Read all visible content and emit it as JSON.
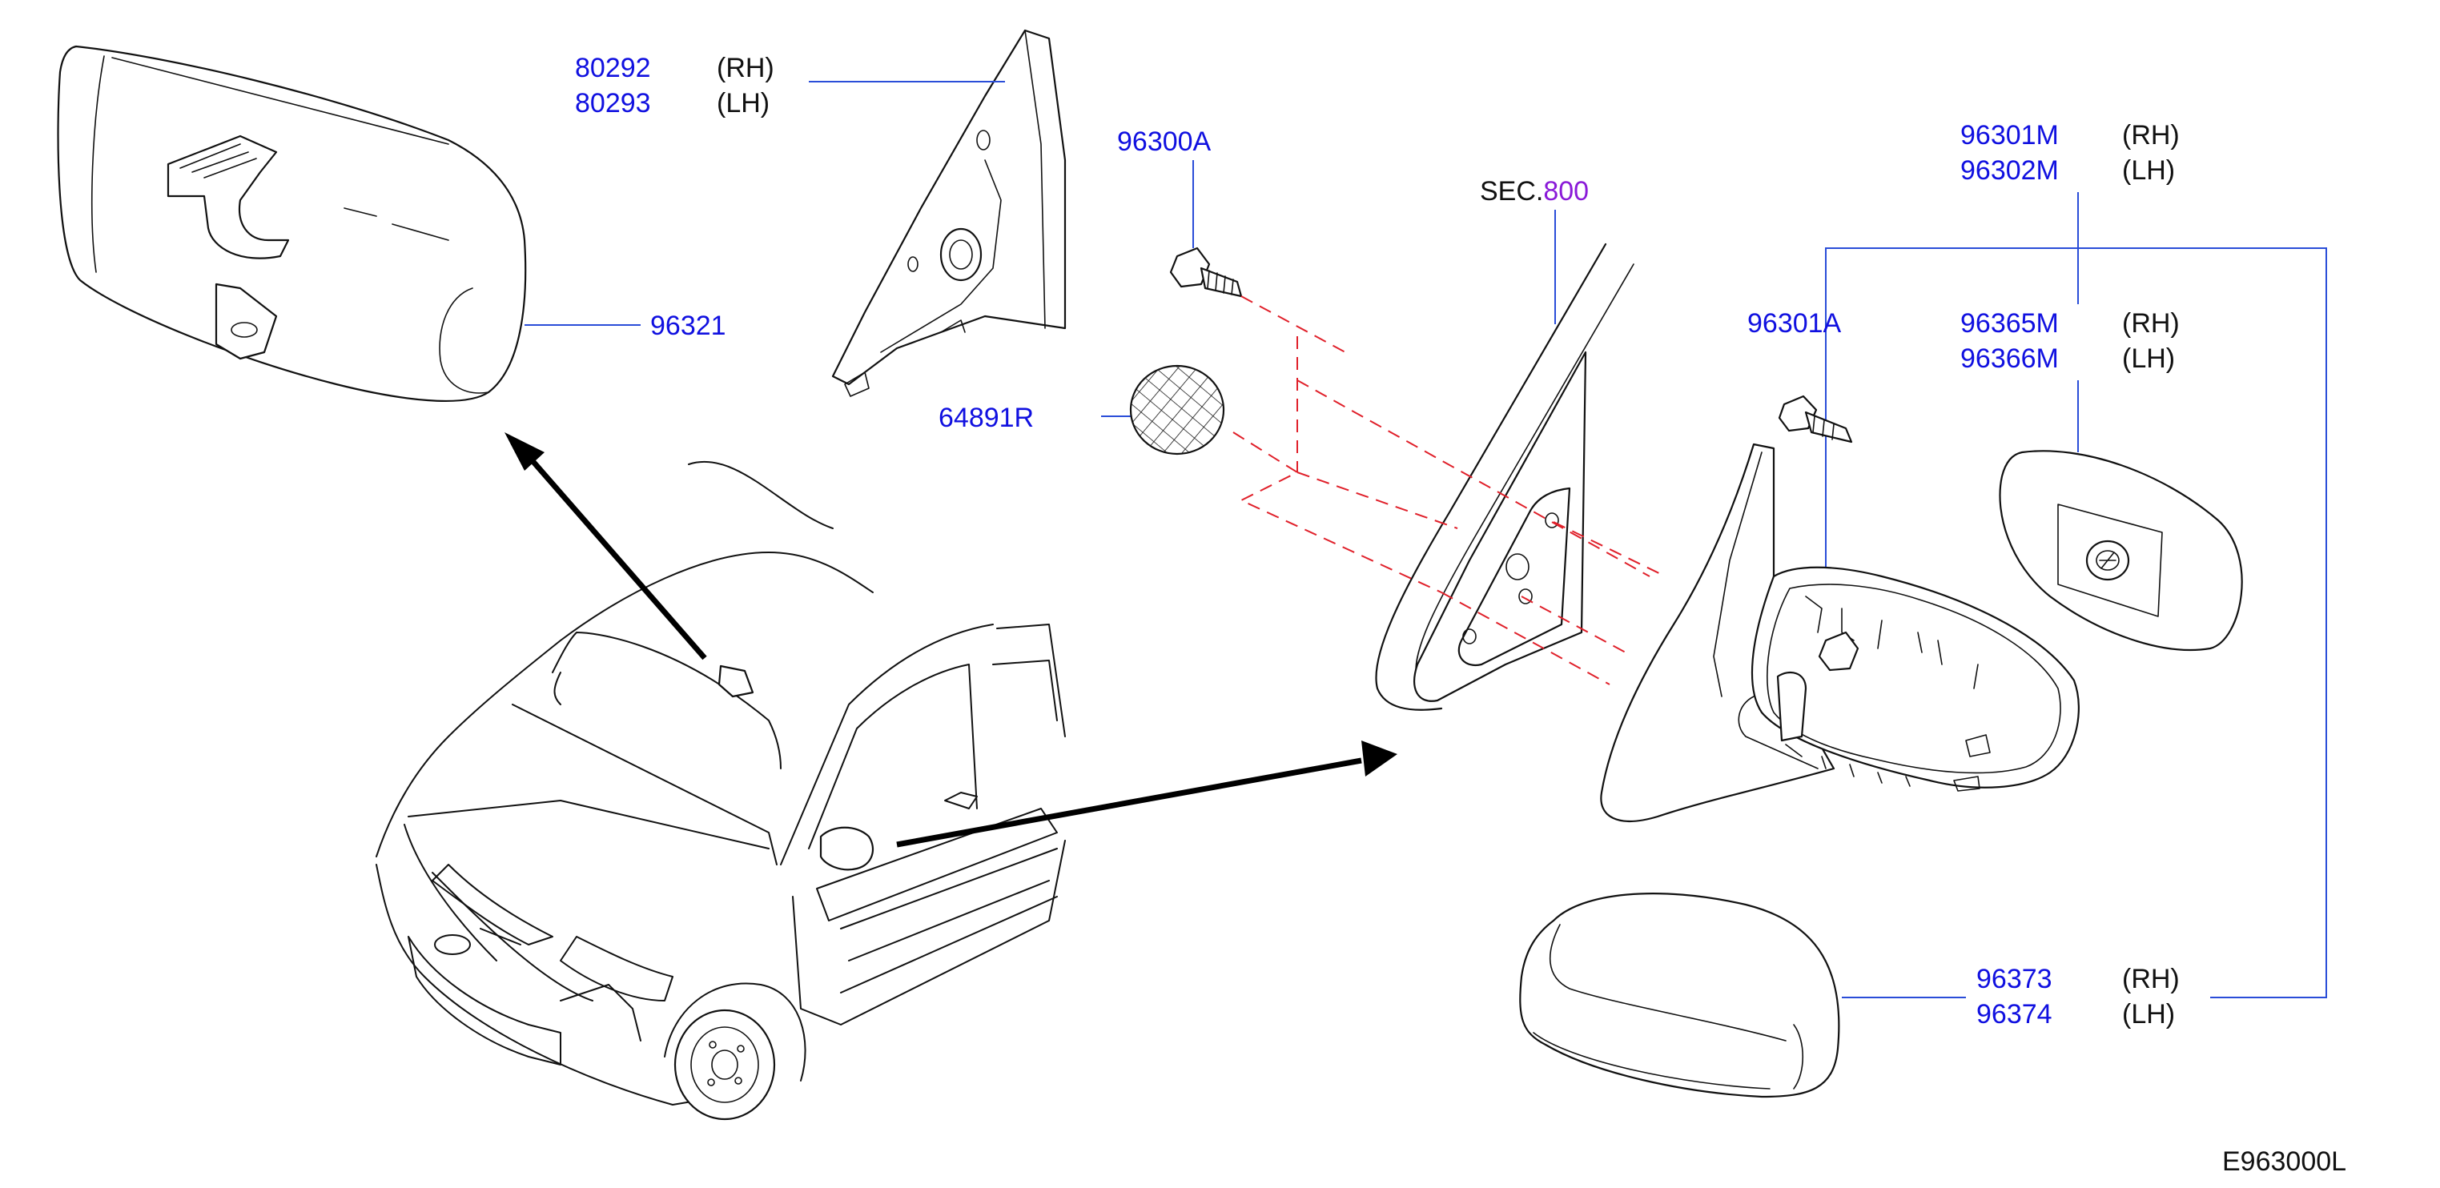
{
  "diagram_code": "E963000L",
  "section_ref": {
    "prefix": "SEC.",
    "number": "800"
  },
  "callouts": {
    "inner_mirror": {
      "part": "96321"
    },
    "corner_finisher_rh": {
      "part": "80292",
      "side": "(RH)"
    },
    "corner_finisher_lh": {
      "part": "80293",
      "side": "(LH)"
    },
    "mirror_screw": {
      "part": "96300A"
    },
    "mirror_seal": {
      "part": "64891R"
    },
    "door_mirror_rh": {
      "part": "96301M",
      "side": "(RH)"
    },
    "door_mirror_lh": {
      "part": "96302M",
      "side": "(LH)"
    },
    "mirror_body_screw": {
      "part": "96301A"
    },
    "mirror_glass_rh": {
      "part": "96365M",
      "side": "(RH)"
    },
    "mirror_glass_lh": {
      "part": "96366M",
      "side": "(LH)"
    },
    "mirror_cover_rh": {
      "part": "96373",
      "side": "(RH)"
    },
    "mirror_cover_lh": {
      "part": "96374",
      "side": "(LH)"
    }
  },
  "colors": {
    "part_number": "#1010e0",
    "leader_line": "#2a4dd8",
    "assembly_dash": "#e0202a",
    "section_number": "#8a1ad8",
    "outline": "#111111"
  }
}
